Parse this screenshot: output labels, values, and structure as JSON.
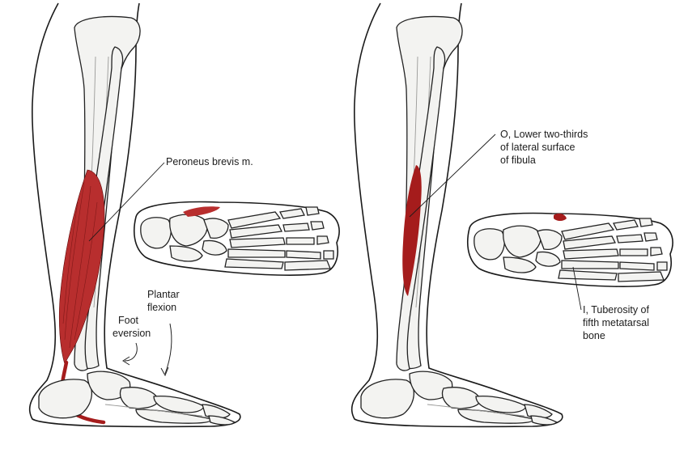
{
  "colors": {
    "muscle": "#b82e2e",
    "muscle_dark": "#8a1414",
    "attachment": "#a51c1c",
    "bone_fill": "#f3f3f1",
    "outline": "#1a1a1a"
  },
  "left_panel": {
    "muscle_label": "Peroneus brevis m.",
    "action_plantar": [
      "Plantar",
      "flexion"
    ],
    "action_eversion": [
      "Foot",
      "eversion"
    ]
  },
  "right_panel": {
    "origin_label": [
      "O, Lower two-thirds",
      "of lateral surface",
      "of fibula"
    ],
    "insertion_label": [
      "I, Tuberosity of",
      "fifth metatarsal",
      "bone"
    ]
  }
}
